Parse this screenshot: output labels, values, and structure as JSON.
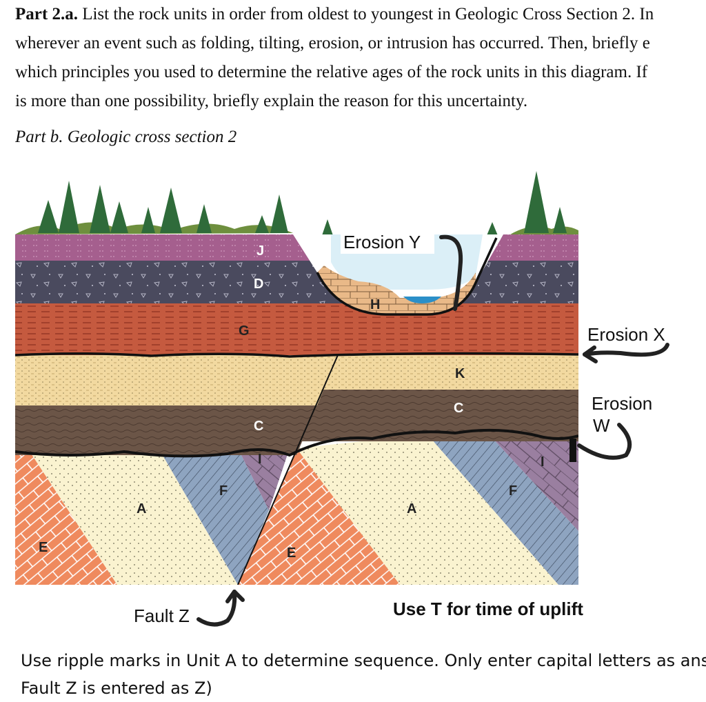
{
  "question": {
    "part_label": "Part 2.a.",
    "line1": " List the rock units in order from oldest to youngest in Geologic Cross Section 2. In",
    "line2": "wherever an event such as folding, tilting, erosion, or intrusion has occurred. Then, briefly e",
    "line3": "which principles you used to determine the relative ages of the rock units in this diagram. If",
    "line4": "is more than one possibility, briefly explain the reason for this uncertainty."
  },
  "subtitle": "Part b. Geologic cross section 2",
  "figure": {
    "units": {
      "J": "J",
      "D": "D",
      "G": "G",
      "H": "H",
      "K": "K",
      "C_left": "C",
      "C_right": "C",
      "I_left": "I",
      "I_right": "I",
      "F_left": "F",
      "F_right": "F",
      "A_left": "A",
      "A_right": "A",
      "E_left": "E",
      "E_mid": "E"
    },
    "callouts": {
      "erosion_y": "Erosion Y",
      "erosion_x": "Erosion X",
      "erosion_w_line1": "Erosion",
      "erosion_w_line2": "W",
      "fault_z": "Fault Z",
      "uplift_note": "Use T for time of uplift"
    },
    "colors": {
      "J": "#a55f8e",
      "D": "#4a4a5e",
      "G": "#c55a3f",
      "K": "#f2d9a0",
      "C": "#6b5547",
      "A": "#faf3d0",
      "F": "#8ea4c0",
      "I": "#9a7fa0",
      "E": "#ef8a5e",
      "H": "#e9b988"
    }
  },
  "instructions": {
    "line1": "Use ripple marks in Unit A to determine sequence.  Only enter capital letters as ansv",
    "line2": "Fault Z is entered as Z)"
  }
}
